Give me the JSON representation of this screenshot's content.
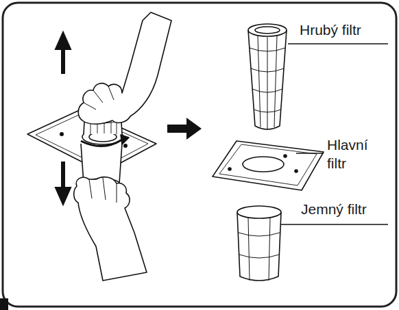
{
  "diagram": {
    "labels": [
      "Hrubý filtr",
      "Hlavní filtr",
      "Jemný filtr"
    ]
  }
}
